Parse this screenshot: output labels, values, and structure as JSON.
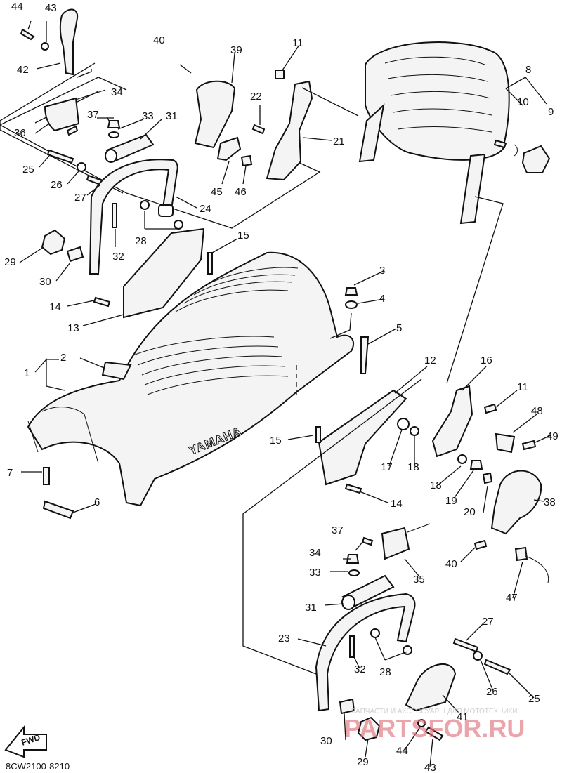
{
  "diagram_code": "8CW2100-8210",
  "fwd_label": "FWD",
  "seat_brand": "YAMAHA",
  "watermark": {
    "tagline": "ЗАПЧАСТИ И АКСЕССУАРЫ ДЛЯ МОТОТЕХНИКИ",
    "site": "PARTSFOR.RU"
  },
  "callouts": {
    "n1": "1",
    "n2": "2",
    "n3": "3",
    "n4": "4",
    "n5": "5",
    "n6": "6",
    "n7": "7",
    "n8": "8",
    "n9": "9",
    "n10": "10",
    "n11a": "11",
    "n11b": "11",
    "n12": "12",
    "n13": "13",
    "n14a": "14",
    "n14b": "14",
    "n15a": "15",
    "n15b": "15",
    "n16": "16",
    "n17": "17",
    "n18a": "18",
    "n18b": "18",
    "n19": "19",
    "n20": "20",
    "n21": "21",
    "n22": "22",
    "n23": "23",
    "n24": "24",
    "n25a": "25",
    "n25b": "25",
    "n26a": "26",
    "n26b": "26",
    "n27a": "27",
    "n27b": "27",
    "n28a": "28",
    "n28b": "28",
    "n29a": "29",
    "n29b": "29",
    "n30a": "30",
    "n30b": "30",
    "n31a": "31",
    "n31b": "31",
    "n32a": "32",
    "n32b": "32",
    "n33a": "33",
    "n33b": "33",
    "n34a": "34",
    "n34b": "34",
    "n35": "35",
    "n36": "36",
    "n37a": "37",
    "n37b": "37",
    "n38": "38",
    "n39": "39",
    "n40a": "40",
    "n40b": "40",
    "n41": "41",
    "n42": "42",
    "n43a": "43",
    "n43b": "43",
    "n44a": "44",
    "n44b": "44",
    "n45": "45",
    "n46": "46",
    "n47": "47",
    "n48": "48",
    "n49": "49"
  }
}
